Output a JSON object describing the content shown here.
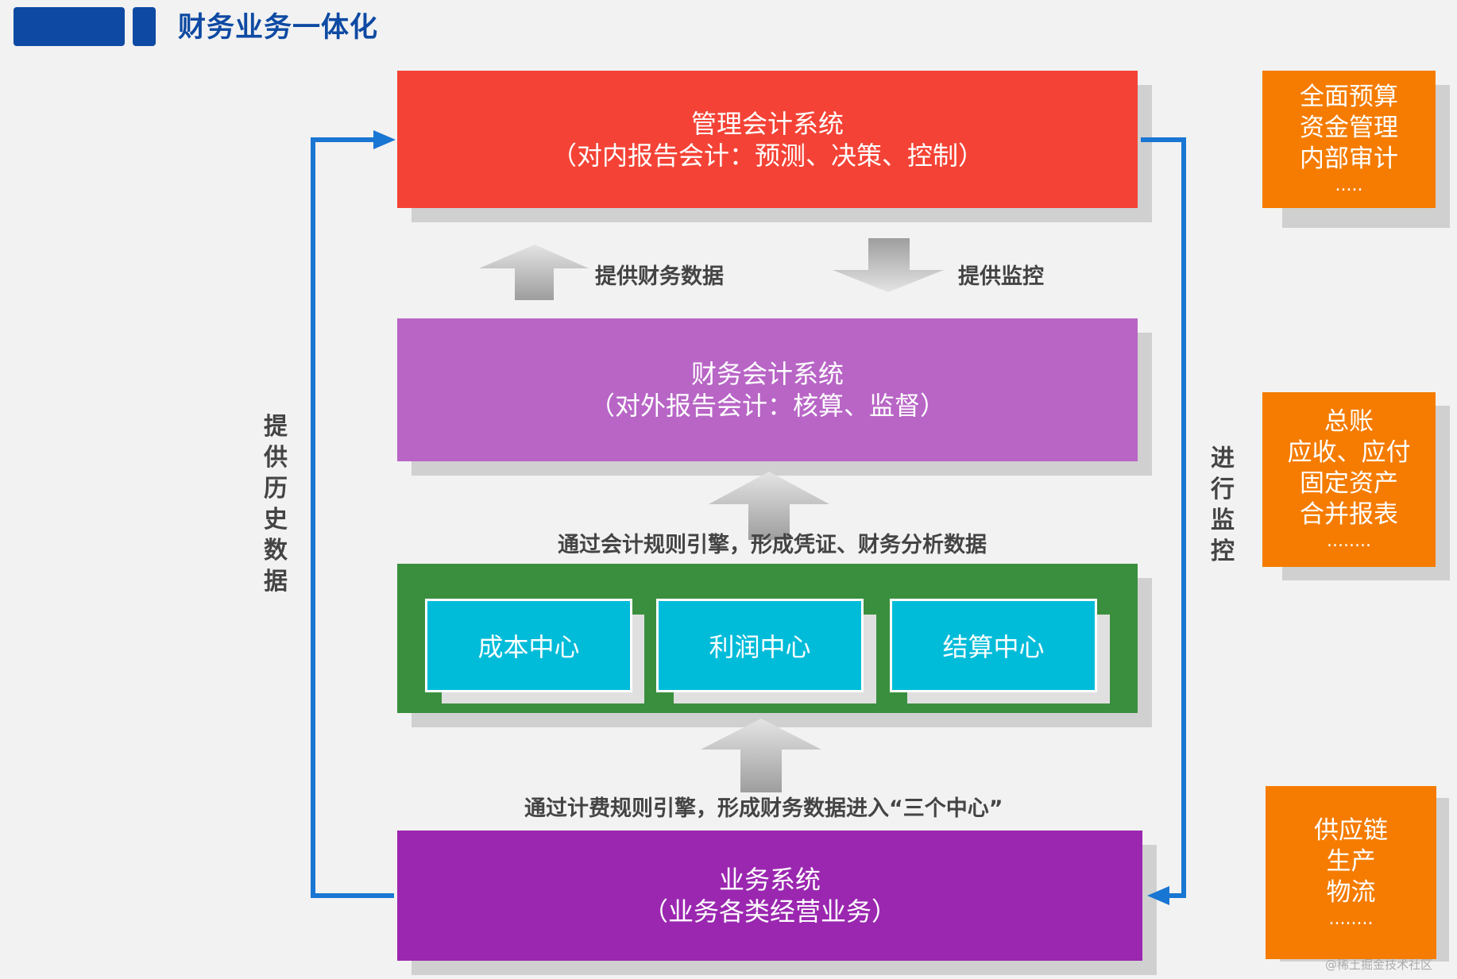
{
  "header": {
    "title": "财务业务一体化"
  },
  "boxes": {
    "management": {
      "line1": "管理会计系统",
      "line2": "（对内报告会计：预测、决策、控制）"
    },
    "financial": {
      "line1": "财务会计系统",
      "line2": "（对外报告会计：核算、监督）"
    },
    "business": {
      "line1": "业务系统",
      "line2": "（业务各类经营业务）"
    }
  },
  "centers": [
    "成本中心",
    "利润中心",
    "结算中心"
  ],
  "arrow_labels": {
    "provide_financial_data": "提供财务数据",
    "provide_monitoring": "提供监控",
    "accounting_rule_engine": "通过会计规则引擎，形成凭证、财务分析数据",
    "billing_rule_engine": "通过计费规则引擎，形成财务数据进入“三个中心”",
    "provide_history_data": "提供历史数据",
    "monitor": "进行监控"
  },
  "side_boxes": {
    "top": {
      "lines": [
        "全面预算",
        "资金管理",
        "内部审计"
      ],
      "more": "....."
    },
    "middle": {
      "lines": [
        "总账",
        "应收、应付",
        "固定资产",
        "合并报表"
      ],
      "more": "........"
    },
    "bottom": {
      "lines": [
        "供应链",
        "生产",
        "物流"
      ],
      "more": "........"
    }
  },
  "watermark": "@稀土掘金技术社区",
  "colors": {
    "header_blue": "#0e4aa3",
    "management": "#f44336",
    "financial": "#b865c6",
    "centers_bg": "#3a8f3e",
    "center_box": "#00bcd9",
    "business": "#9b27b0",
    "side_box": "#f57c00",
    "connector": "#1976d2"
  }
}
